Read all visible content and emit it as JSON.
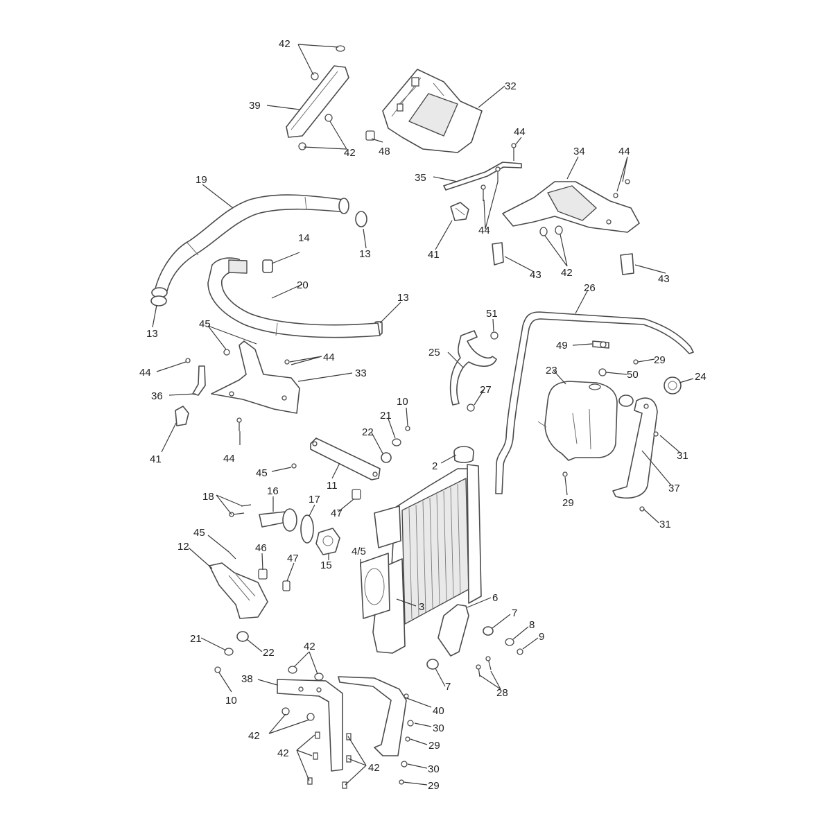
{
  "colors": {
    "line": "#4a4a4a",
    "shade": "#e9e9e9",
    "text": "#222222"
  },
  "callouts": [
    {
      "id": "c42a",
      "text": "42"
    },
    {
      "id": "c39",
      "text": "39"
    },
    {
      "id": "c42b",
      "text": "42"
    },
    {
      "id": "c32",
      "text": "32"
    },
    {
      "id": "c48",
      "text": "48"
    },
    {
      "id": "c44a",
      "text": "44"
    },
    {
      "id": "c35",
      "text": "35"
    },
    {
      "id": "c34",
      "text": "34"
    },
    {
      "id": "c44b",
      "text": "44"
    },
    {
      "id": "c19",
      "text": "19"
    },
    {
      "id": "c13a",
      "text": "13"
    },
    {
      "id": "c41a",
      "text": "41"
    },
    {
      "id": "c44c",
      "text": "44"
    },
    {
      "id": "c43a",
      "text": "43"
    },
    {
      "id": "c42c",
      "text": "42"
    },
    {
      "id": "c43b",
      "text": "43"
    },
    {
      "id": "c14",
      "text": "14"
    },
    {
      "id": "c20",
      "text": "20"
    },
    {
      "id": "c13b",
      "text": "13"
    },
    {
      "id": "c13c",
      "text": "13"
    },
    {
      "id": "c26",
      "text": "26"
    },
    {
      "id": "c51",
      "text": "51"
    },
    {
      "id": "c49",
      "text": "49"
    },
    {
      "id": "c29a",
      "text": "29"
    },
    {
      "id": "c50",
      "text": "50"
    },
    {
      "id": "c24",
      "text": "24"
    },
    {
      "id": "c23",
      "text": "23"
    },
    {
      "id": "c45a",
      "text": "45"
    },
    {
      "id": "c44d",
      "text": "44"
    },
    {
      "id": "c33",
      "text": "33"
    },
    {
      "id": "c44e",
      "text": "44"
    },
    {
      "id": "c36",
      "text": "36"
    },
    {
      "id": "c25",
      "text": "25"
    },
    {
      "id": "c27",
      "text": "27"
    },
    {
      "id": "c10a",
      "text": "10"
    },
    {
      "id": "c21a",
      "text": "21"
    },
    {
      "id": "c22a",
      "text": "22"
    },
    {
      "id": "c41b",
      "text": "41"
    },
    {
      "id": "c44f",
      "text": "44"
    },
    {
      "id": "c2",
      "text": "2"
    },
    {
      "id": "c31a",
      "text": "31"
    },
    {
      "id": "c45b",
      "text": "45"
    },
    {
      "id": "c11",
      "text": "11"
    },
    {
      "id": "c29b",
      "text": "29"
    },
    {
      "id": "c37",
      "text": "37"
    },
    {
      "id": "c18",
      "text": "18"
    },
    {
      "id": "c16",
      "text": "16"
    },
    {
      "id": "c17",
      "text": "17"
    },
    {
      "id": "c47a",
      "text": "47"
    },
    {
      "id": "c31b",
      "text": "31"
    },
    {
      "id": "c45c",
      "text": "45"
    },
    {
      "id": "c12",
      "text": "12"
    },
    {
      "id": "c46",
      "text": "46"
    },
    {
      "id": "c47b",
      "text": "47"
    },
    {
      "id": "c45",
      "text": "4/5"
    },
    {
      "id": "c15",
      "text": "15"
    },
    {
      "id": "c3",
      "text": "3"
    },
    {
      "id": "c6",
      "text": "6"
    },
    {
      "id": "c7a",
      "text": "7"
    },
    {
      "id": "c8",
      "text": "8"
    },
    {
      "id": "c9",
      "text": "9"
    },
    {
      "id": "c21b",
      "text": "21"
    },
    {
      "id": "c22b",
      "text": "22"
    },
    {
      "id": "c42d",
      "text": "42"
    },
    {
      "id": "c7b",
      "text": "7"
    },
    {
      "id": "c28",
      "text": "28"
    },
    {
      "id": "c10b",
      "text": "10"
    },
    {
      "id": "c38",
      "text": "38"
    },
    {
      "id": "c40",
      "text": "40"
    },
    {
      "id": "c30a",
      "text": "30"
    },
    {
      "id": "c42e",
      "text": "42"
    },
    {
      "id": "c29c",
      "text": "29"
    },
    {
      "id": "c42f",
      "text": "42"
    },
    {
      "id": "c42g",
      "text": "42"
    },
    {
      "id": "c30b",
      "text": "30"
    },
    {
      "id": "c29d",
      "text": "29"
    }
  ]
}
